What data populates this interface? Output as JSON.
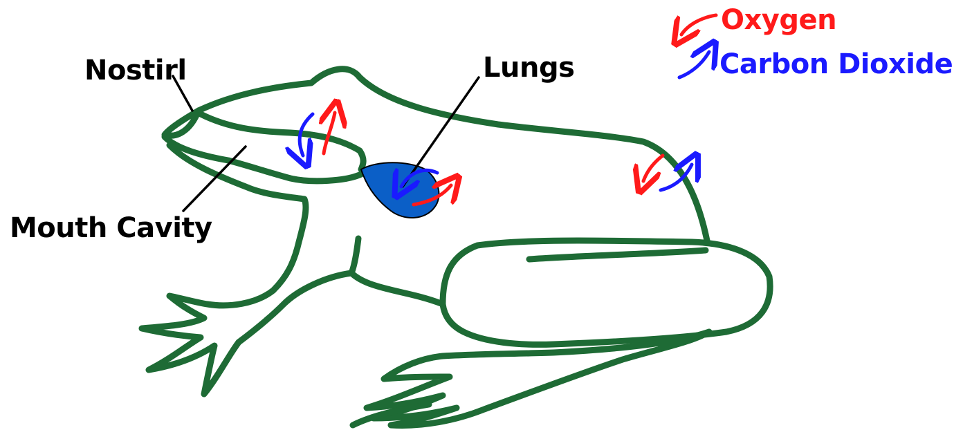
{
  "labels": {
    "nostril": "Nostirl",
    "lungs": "Lungs",
    "mouth_cavity": "Mouth Cavity"
  },
  "legend": {
    "oxygen": "Oxygen",
    "carbon_dioxide": "Carbon Dioxide"
  },
  "colors": {
    "body_outline": "#1e6b35",
    "lung_fill": "#0b5fc7",
    "oxygen": "#ff1a1a",
    "carbon_dioxide": "#1a1aff",
    "leader_line": "#000000"
  },
  "icons": {
    "oxygen": "curved-arrow-down-left",
    "carbon_dioxide": "curved-arrow-up-right"
  }
}
